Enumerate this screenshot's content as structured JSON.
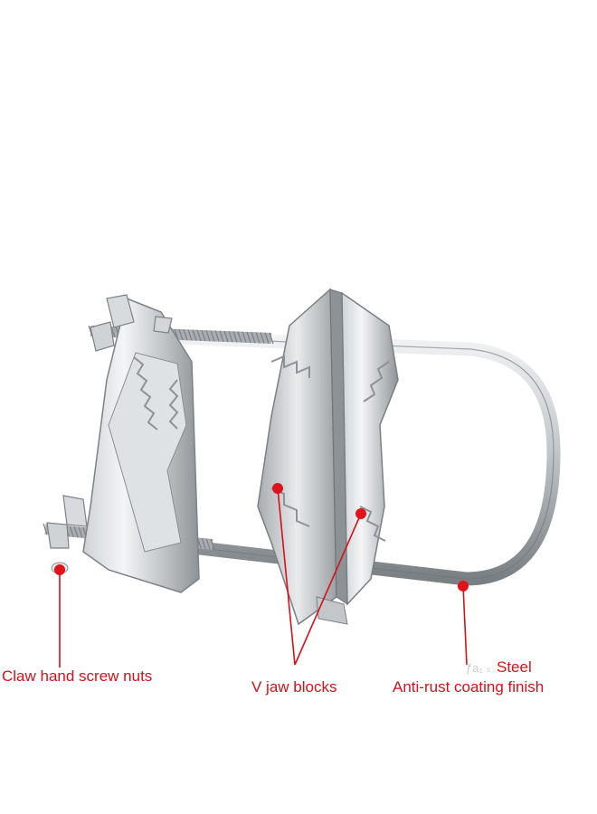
{
  "labels": {
    "nuts": "Claw hand screw nuts",
    "jaws": "V jaw blocks",
    "steel": "Steel",
    "finish": "Anti-rust coating finish",
    "faint_text": "ƒa₁ ₛ"
  },
  "colors": {
    "accent": "#d3121a",
    "metal_light": "#e6e8ea",
    "metal_mid": "#b8bcc0",
    "metal_dark": "#7d8286",
    "background": "#ffffff"
  },
  "icons": [
    "wing-nut-icon",
    "u-bolt-icon",
    "v-jaw-block-icon",
    "callout-dot-icon"
  ]
}
